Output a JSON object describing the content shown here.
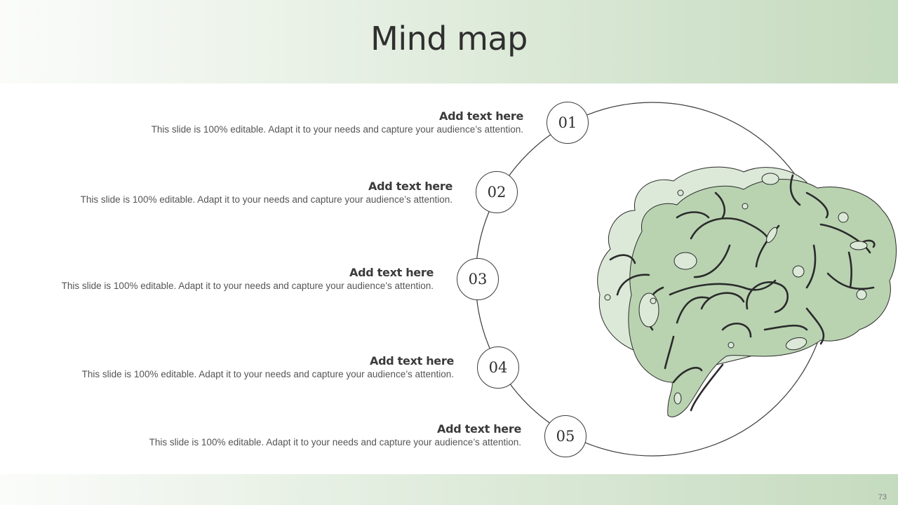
{
  "title": "Mind map",
  "page_number": "73",
  "items": [
    {
      "number": "01",
      "heading": "Add text here",
      "text": "This slide is 100% editable. Adapt it to your needs and capture your audience’s attention."
    },
    {
      "number": "02",
      "heading": "Add text here",
      "text": "This slide is 100% editable. Adapt it to your needs and capture your audience’s attention."
    },
    {
      "number": "03",
      "heading": "Add text here",
      "text": "This slide is 100% editable. Adapt it to your needs and capture your audience’s attention."
    },
    {
      "number": "04",
      "heading": "Add text here",
      "text": "This slide is 100% editable. Adapt it to your needs and capture your audience’s attention."
    },
    {
      "number": "05",
      "heading": "Add text here",
      "text": "This slide is 100% editable. Adapt it to your needs and capture your audience’s attention."
    }
  ],
  "illustration": {
    "icon": "brain-icon",
    "fill": "#b9d3b1",
    "back_fill": "#dce9d8",
    "stroke": "#2b2b2b"
  },
  "colors": {
    "header_gradient_end": "#c5dbbf",
    "ring": "#3c3c3c"
  }
}
